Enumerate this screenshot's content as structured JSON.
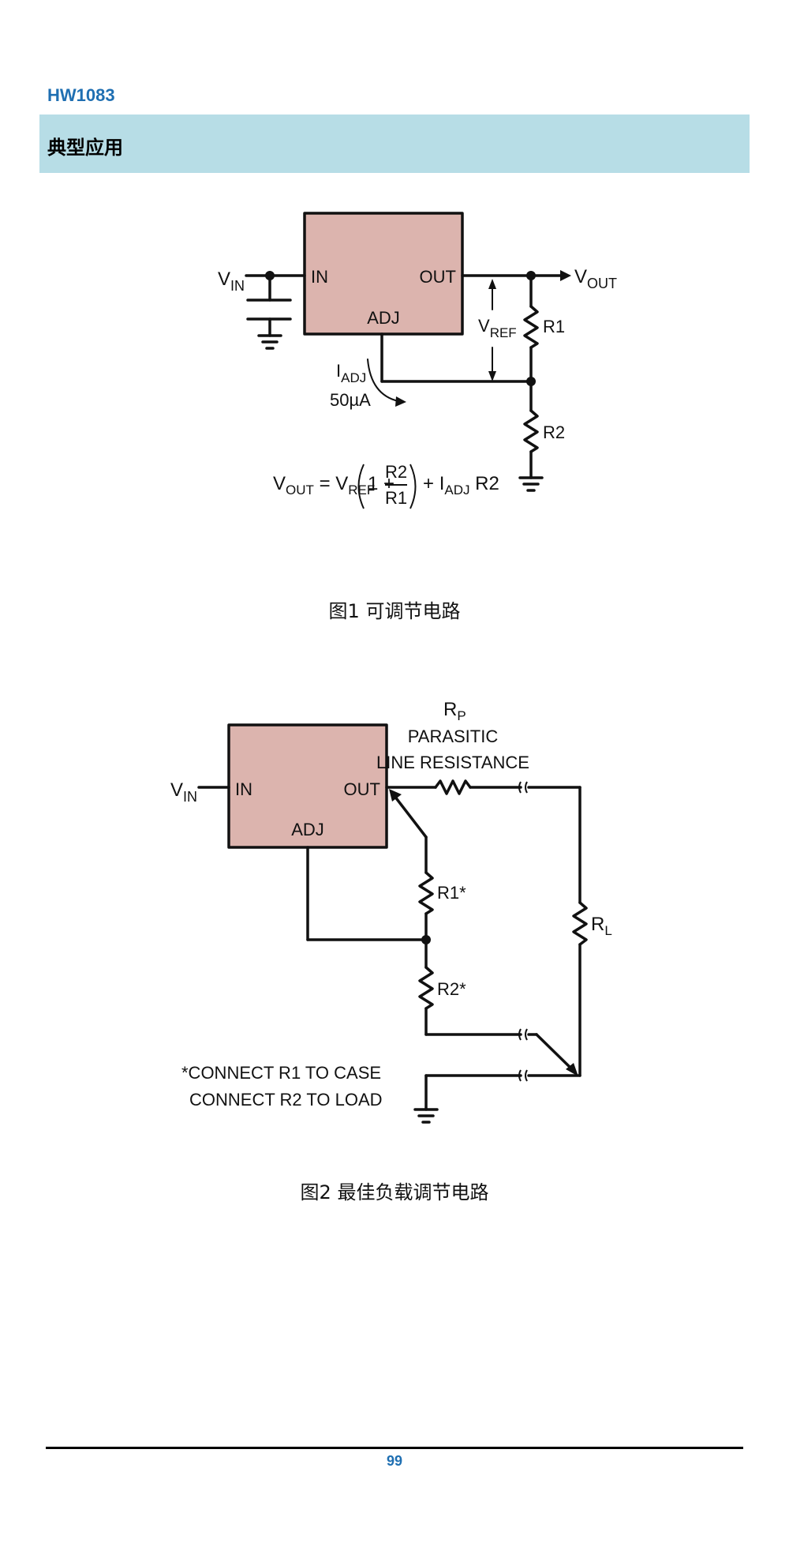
{
  "header": {
    "part_number": "HW1083",
    "section_title": "典型应用"
  },
  "figure1": {
    "caption": "图1  可调节电路",
    "pin_in": "IN",
    "pin_out": "OUT",
    "pin_adj": "ADJ",
    "vin_label": "V",
    "vin_sub": "IN",
    "vout_label": "V",
    "vout_sub": "OUT",
    "vref_label": "V",
    "vref_sub": "REF",
    "r1": "R1",
    "r2": "R2",
    "iadj_label": "I",
    "iadj_sub": "ADJ",
    "iadj_value": "50µA",
    "formula": {
      "v1": "V",
      "v1_sub": "OUT",
      "eq": " = ",
      "v2": "V",
      "v2_sub": "REF",
      "one_plus": "1 + ",
      "num": "R2",
      "den": "R1",
      "plus": "+ ",
      "i": "I",
      "i_sub": "ADJ",
      "tail": " R2"
    }
  },
  "figure2": {
    "caption": "图2  最佳负载调节电路",
    "pin_in": "IN",
    "pin_out": "OUT",
    "pin_adj": "ADJ",
    "vin_label": "V",
    "vin_sub": "IN",
    "rp_label": "R",
    "rp_sub": "P",
    "parasitic_line1": "PARASITIC",
    "parasitic_line2": "LINE RESISTANCE",
    "r1": "R1*",
    "r2": "R2*",
    "rl_label": "R",
    "rl_sub": "L",
    "note_line1": "*CONNECT R1 TO CASE",
    "note_line2": "CONNECT R2 TO LOAD"
  },
  "footer": {
    "page_number": "99"
  },
  "colors": {
    "accent_blue": "#1f6fb2",
    "section_bar": "#b7dde6",
    "regulator_fill": "#dcb4ae"
  },
  "icons": [
    "ground-icon",
    "capacitor-icon",
    "resistor-icon",
    "junction-dot-icon",
    "line-break-icon",
    "arrow-icon"
  ]
}
